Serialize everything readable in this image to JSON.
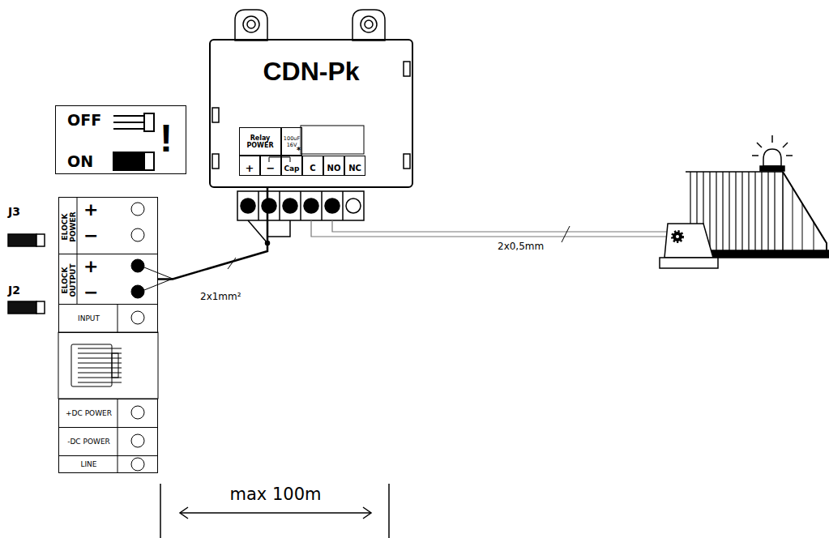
{
  "diagram": {
    "nodes": [
      {
        "text": [
          "OFF",
          "ON",
          "!"
        ]
      },
      {
        "text": [
          "ELOCK POWER",
          "+",
          "−"
        ]
      },
      {
        "text": [
          "ELOCK OUTPUT",
          "+",
          "−"
        ]
      },
      {
        "text": [
          "INPUT"
        ]
      },
      {
        "text": [
          "+DC POWER"
        ]
      },
      {
        "text": [
          "-DC POWER"
        ]
      },
      {
        "text": [
          "LINE"
        ]
      },
      {
        "text": [
          "CDN-Pk"
        ]
      },
      {
        "text": [
          "Relay POWER"
        ],
        "in": 7
      },
      {
        "text": [
          "100uF 16V"
        ],
        "in": 7
      },
      {
        "text": [
          "+"
        ],
        "in": 7
      },
      {
        "text": [
          "−"
        ],
        "in": 7
      },
      {
        "text": [
          "Cap"
        ],
        "in": 7
      },
      {
        "text": [
          "C"
        ],
        "in": 7
      },
      {
        "text": [
          "NO"
        ],
        "in": 7
      },
      {
        "text": [
          "NC"
        ],
        "in": 7
      }
    ],
    "edges": [
      {
        "from": 2,
        "to": 7,
        "arrow": "none",
        "label": "2x1mm²"
      }
    ],
    "labels": [
      "J3",
      "J2",
      "*",
      "2x0,5mm",
      "max 100m"
    ]
  }
}
